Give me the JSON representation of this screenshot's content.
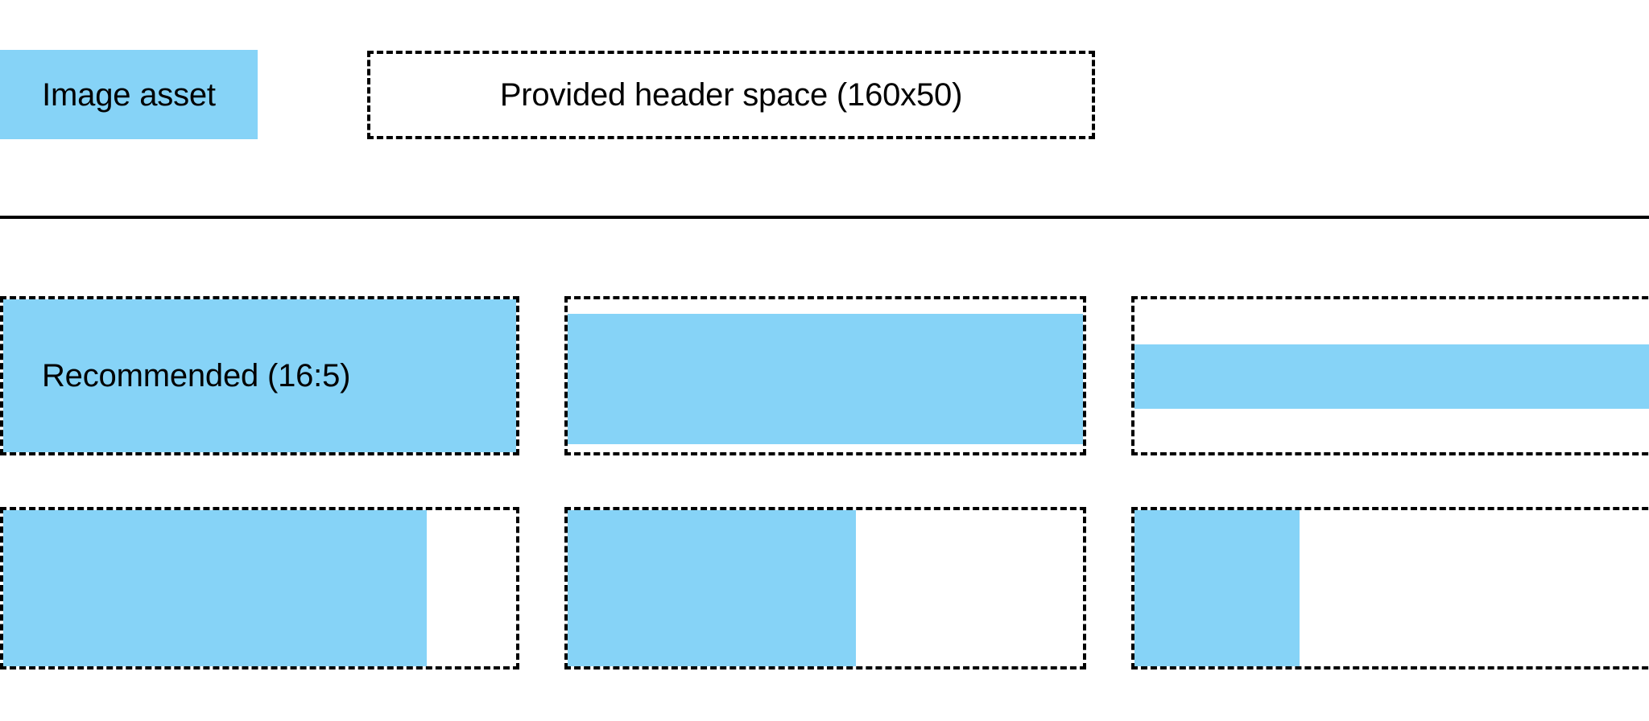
{
  "header": {
    "asset_chip": {
      "label": "Image asset",
      "fill_color": "#86d3f7"
    },
    "header_space": {
      "label": "Provided header space (160x50)",
      "border_style": "dashed",
      "border_color": "#000000"
    }
  },
  "divider": {
    "color": "#000000"
  },
  "ratio_grid": {
    "rows": [
      {
        "cells": [
          {
            "label": "Recommended (16:5)",
            "fill_mode": "full"
          },
          {
            "label": "",
            "fill_mode": "letterbox"
          },
          {
            "label": "",
            "fill_mode": "band"
          }
        ]
      },
      {
        "cells": [
          {
            "label": "",
            "fill_mode": "pillarbox-wide"
          },
          {
            "label": "",
            "fill_mode": "pillarbox-medium"
          },
          {
            "label": "",
            "fill_mode": "pillarbox-narrow"
          }
        ]
      }
    ],
    "fill_color": "#86d3f7",
    "border_color": "#000000"
  }
}
